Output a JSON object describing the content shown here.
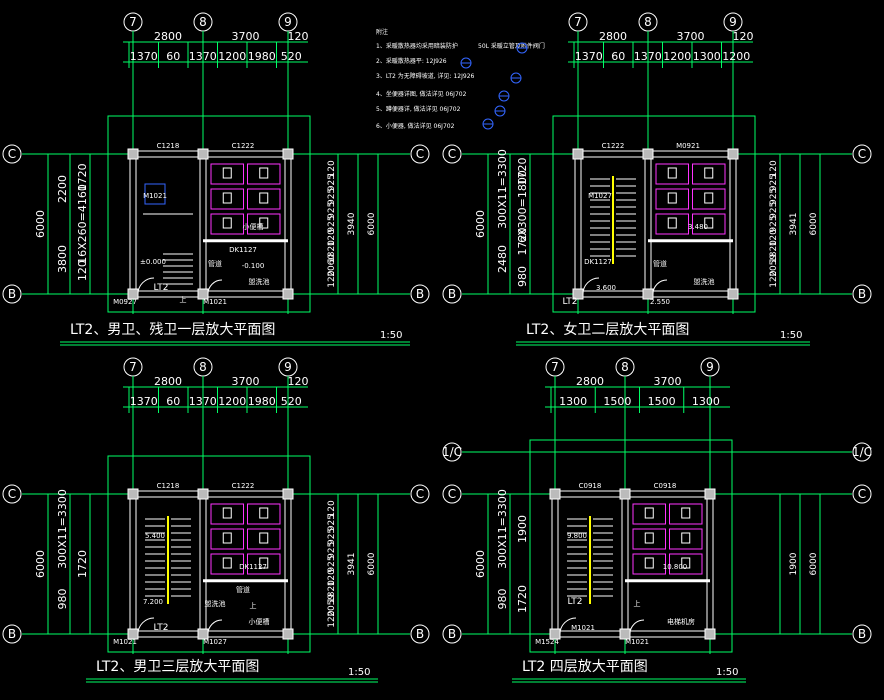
{
  "notes": {
    "heading": "附注",
    "items": [
      {
        "text": "1、采暖散热器均采用暗装防护",
        "ref": "50L 采暖立管及附件阀门"
      },
      {
        "text": "2、采暖散热器平: 12J926",
        "ref": ""
      },
      {
        "text": "3、LT2 为无障碍坡道, 详见: 12J926",
        "ref": ""
      },
      {
        "text": "4、坐便器详图, 做法详见 06J702",
        "ref": ""
      },
      {
        "text": "5、蹲便器详, 做法详见 06J702",
        "ref": ""
      },
      {
        "text": "6、小便器, 做法详见 06J702",
        "ref": ""
      }
    ]
  },
  "plans": [
    {
      "id": "plan1",
      "title": "LT2、男卫、残卫一层放大平面图",
      "scale": "1:50",
      "axes_top": [
        "7",
        "8",
        "9"
      ],
      "dims_top_main": [
        "2800",
        "3700",
        "120"
      ],
      "dims_top_sub": [
        "1370",
        "60",
        "1370",
        "1200",
        "1980",
        "520"
      ],
      "axes_side": [
        "C",
        "B"
      ],
      "dims_left_outer": "6000",
      "dims_left_mid": [
        "2200",
        "3800"
      ],
      "dims_left_inner": [
        "1720",
        "16X260=4160",
        "120"
      ],
      "dims_right": [
        "120",
        "925",
        "925",
        "925",
        "925",
        "120",
        "1820",
        "2060",
        "120",
        "3940",
        "6000"
      ],
      "labels": [
        "C1218",
        "C1222",
        "M1021",
        "M0927",
        "M1021",
        "LT2",
        "±0.000",
        "小便槽",
        "盥洗池",
        "管道",
        "DK1127",
        "-0.100",
        "上"
      ]
    },
    {
      "id": "plan2",
      "title": "LT2、女卫二层放大平面图",
      "scale": "1:50",
      "axes_top": [
        "7",
        "8",
        "9"
      ],
      "dims_top_main": [
        "2800",
        "3700",
        "120"
      ],
      "dims_top_sub": [
        "1370",
        "60",
        "1370",
        "1200",
        "1300",
        "1200"
      ],
      "axes_side": [
        "C",
        "B"
      ],
      "dims_left_outer": "6000",
      "dims_left_mid": [
        "300X11=3300",
        "2480"
      ],
      "dims_left_inner": [
        "1720",
        "6X300=1800",
        "1720",
        "980"
      ],
      "dims_right": [
        "120",
        "925",
        "925",
        "925",
        "925",
        "120",
        "1820",
        "2059",
        "120",
        "3941",
        "6000"
      ],
      "labels": [
        "C1222",
        "M0921",
        "M1027",
        "LT2",
        "2.550",
        "3.600",
        "DK1127",
        "3.480",
        "盥洗池",
        "管道"
      ]
    },
    {
      "id": "plan3",
      "title": "LT2、男卫三层放大平面图",
      "scale": "1:50",
      "axes_top": [
        "7",
        "8",
        "9"
      ],
      "dims_top_main": [
        "2800",
        "3700",
        "120"
      ],
      "dims_top_sub": [
        "1370",
        "60",
        "1370",
        "1200",
        "1980",
        "520"
      ],
      "axes_side": [
        "C",
        "B"
      ],
      "dims_left_outer": "6000",
      "dims_left_mid": [
        "300X11=3300",
        "980"
      ],
      "dims_left_inner": [
        "1720"
      ],
      "dims_right": [
        "120",
        "925",
        "925",
        "925",
        "925",
        "120",
        "1820",
        "2059",
        "120",
        "3941",
        "6000"
      ],
      "labels": [
        "C1218",
        "C1222",
        "5.400",
        "M1021",
        "M1027",
        "LT2",
        "7.200",
        "DK1127",
        "小便槽",
        "盥洗池",
        "管道",
        "上"
      ]
    },
    {
      "id": "plan4",
      "title": "LT2 四层放大平面图",
      "scale": "1:50",
      "axes_top": [
        "7",
        "8",
        "9"
      ],
      "dims_top_main": [
        "2800",
        "3700"
      ],
      "dims_top_sub": [
        "1300",
        "1500",
        "1500",
        "1300"
      ],
      "axes_side": [
        "1/C",
        "C",
        "B"
      ],
      "dims_left_outer": "6000",
      "dims_left_mid": [
        "300X11=3300",
        "980"
      ],
      "dims_left_inner": [
        "1900",
        "1720"
      ],
      "dims_right": [
        "1900",
        "6000"
      ],
      "labels": [
        "C0918",
        "C0918",
        "9.800",
        "M1524",
        "M1021",
        "M1021",
        "LT2",
        "10.800",
        "电梯机房",
        "上"
      ]
    }
  ],
  "colors": {
    "grid": "#00ff66",
    "dims": "#00ff66",
    "walls": "#ffffff",
    "wall_fill": "#bbbbbb",
    "yellow": "#ffff00",
    "magenta": "#ff33ff",
    "blue": "#3366ff",
    "cyan": "#00ffff",
    "red": "#ff3333"
  }
}
